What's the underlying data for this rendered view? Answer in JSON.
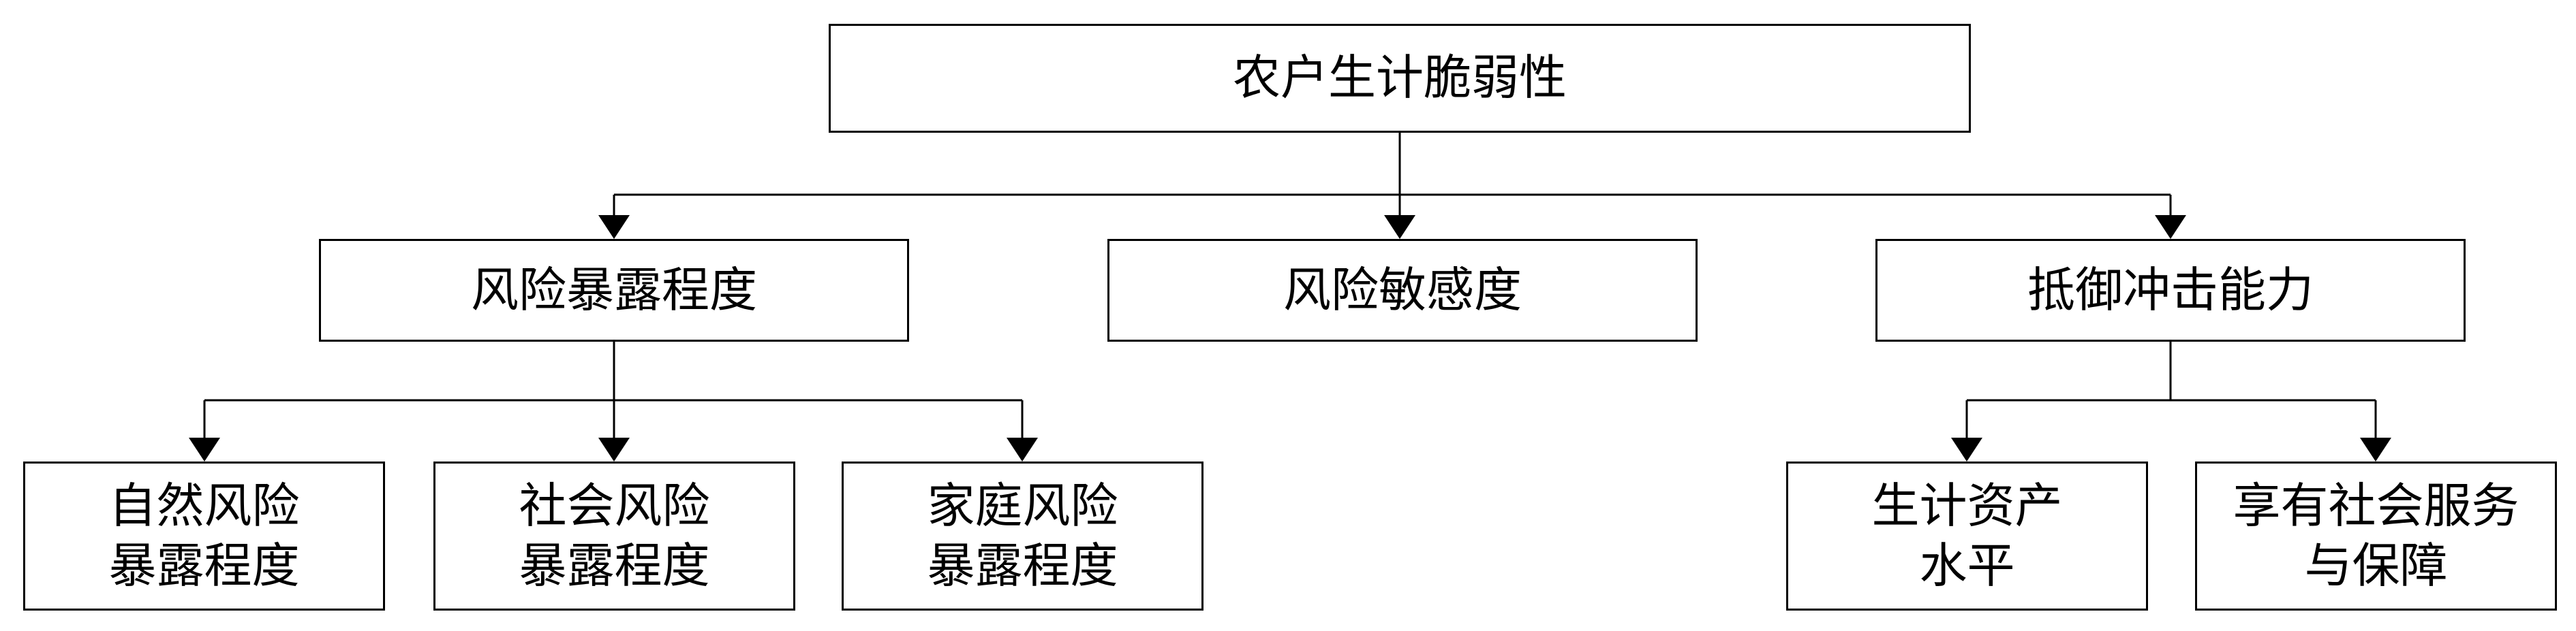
{
  "diagram": {
    "root": {
      "label": "农户生计脆弱性"
    },
    "level1": [
      {
        "id": "exposure",
        "lines": [
          "风险暴露程度"
        ]
      },
      {
        "id": "sensitivity",
        "lines": [
          "风险敏感度"
        ]
      },
      {
        "id": "resistance",
        "lines": [
          "抵御冲击能力"
        ]
      }
    ],
    "level2": [
      {
        "id": "natural",
        "parent": "exposure",
        "lines": [
          "自然风险",
          "暴露程度"
        ]
      },
      {
        "id": "social",
        "parent": "exposure",
        "lines": [
          "社会风险",
          "暴露程度"
        ]
      },
      {
        "id": "family",
        "parent": "exposure",
        "lines": [
          "家庭风险",
          "暴露程度"
        ]
      },
      {
        "id": "assets",
        "parent": "resistance",
        "lines": [
          "生计资产",
          "水平"
        ]
      },
      {
        "id": "services",
        "parent": "resistance",
        "lines": [
          "享有社会服务",
          "与保障"
        ]
      }
    ],
    "edges": [
      [
        "root",
        "exposure"
      ],
      [
        "root",
        "sensitivity"
      ],
      [
        "root",
        "resistance"
      ],
      [
        "exposure",
        "natural"
      ],
      [
        "exposure",
        "social"
      ],
      [
        "exposure",
        "family"
      ],
      [
        "resistance",
        "assets"
      ],
      [
        "resistance",
        "services"
      ]
    ],
    "line_color": "#000000",
    "box_border_color": "#000000"
  }
}
